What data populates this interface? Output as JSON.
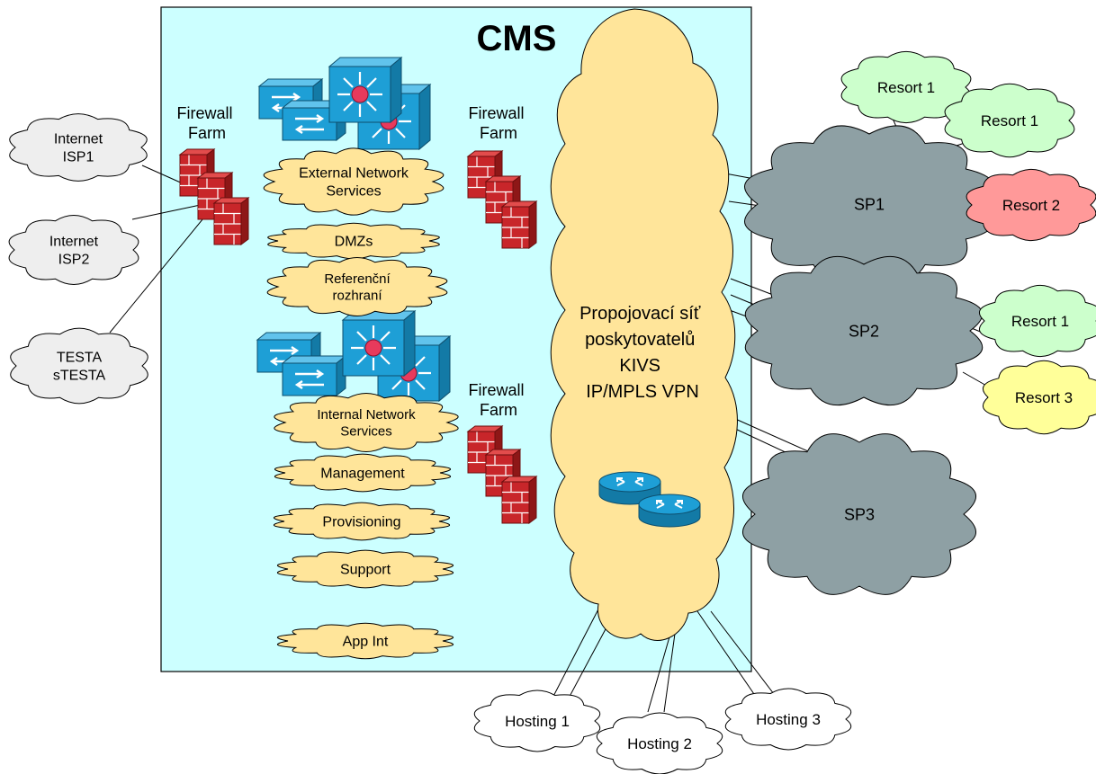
{
  "title": "CMS",
  "colors": {
    "cms_background": "#ccffff",
    "tan_cloud": "#ffe59a",
    "gray_cloud": "#8ea0a4",
    "light_gray_cloud": "#eeeeee",
    "green_cloud": "#ccffcc",
    "red_cloud": "#ff9999",
    "yellow_cloud": "#ffff99",
    "white_cloud": "#ffffff",
    "switch_blue": "#1e9fd6",
    "router_blue": "#1e9fd6",
    "firewall_red": "#c8262a"
  },
  "firewall_farm_label": [
    "Firewall",
    "Farm"
  ],
  "internet_clouds": [
    {
      "lines": [
        "Internet",
        "ISP1"
      ]
    },
    {
      "lines": [
        "Internet",
        "ISP2"
      ]
    },
    {
      "lines": [
        "TESTA",
        "sTESTA"
      ]
    }
  ],
  "service_clouds": [
    {
      "lines": [
        "External Network",
        "Services"
      ]
    },
    {
      "lines": [
        "DMZs"
      ]
    },
    {
      "lines": [
        "Referenční",
        "rozhraní"
      ]
    },
    {
      "lines": [
        "Internal Network",
        "Services"
      ]
    },
    {
      "lines": [
        "Management"
      ]
    },
    {
      "lines": [
        "Provisioning"
      ]
    },
    {
      "lines": [
        "Support"
      ]
    },
    {
      "lines": [
        "App Int"
      ]
    }
  ],
  "core_cloud": {
    "lines": [
      "Propojovací síť",
      "poskytovatelů",
      "KIVS",
      "IP/MPLS VPN"
    ]
  },
  "sp_clouds": [
    {
      "label": "SP1"
    },
    {
      "label": "SP2"
    },
    {
      "label": "SP3"
    }
  ],
  "resort_clouds": [
    {
      "label": "Resort 1",
      "color": "green"
    },
    {
      "label": "Resort 1",
      "color": "green"
    },
    {
      "label": "Resort 2",
      "color": "red"
    },
    {
      "label": "Resort 1",
      "color": "green"
    },
    {
      "label": "Resort 3",
      "color": "yellow"
    }
  ],
  "hosting_clouds": [
    {
      "label": "Hosting 1"
    },
    {
      "label": "Hosting 2"
    },
    {
      "label": "Hosting 3"
    }
  ]
}
